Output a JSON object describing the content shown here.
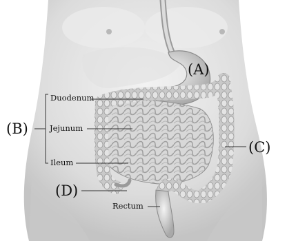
{
  "labels": {
    "a": "(A)",
    "b": "(B)",
    "c": "(C)",
    "d": "(D)",
    "duodenum": "Duodenum",
    "jejunum": "Jejunum",
    "ileum": "Ileum",
    "rectum": "Rectum"
  }
}
